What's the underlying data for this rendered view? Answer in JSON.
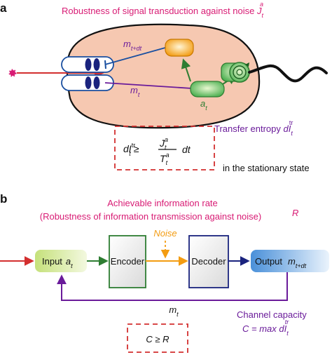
{
  "panel_a": {
    "label": "a",
    "title": "Robustness of signal transduction against noise ",
    "title_sym": "J",
    "title_sub": "t",
    "title_sup": "a",
    "m_top": "m",
    "m_top_sub": "t+dt",
    "m_bottom": "m",
    "m_bottom_sub": "t",
    "a_label": "a",
    "a_sub": "t",
    "transfer_label": "Transfer entropy ",
    "transfer_sym": "dI",
    "transfer_sub": "t",
    "transfer_sup": "tr",
    "eq_lhs": "dI",
    "eq_lhs_sup": "tr",
    "eq_lhs_sub": "t",
    "eq_ge": "≥",
    "eq_num": "J",
    "eq_num_sup": "a",
    "eq_num_sub": "t",
    "eq_den": "T",
    "eq_den_sup": "a",
    "eq_den_sub": "t",
    "eq_dt": "dt",
    "stationary": "in the stationary state"
  },
  "panel_b": {
    "label": "b",
    "title_line1": "Achievable information rate",
    "title_line2": "(Robustness of information transmission against noise)",
    "title_sym": "R",
    "input_label": "Input",
    "input_sym": "a",
    "input_sub": "t",
    "encoder": "Encoder",
    "noise": "Noise",
    "decoder": "Decoder",
    "output_label": "Output",
    "output_sym": "m",
    "output_sub": "t+dt",
    "feedback_sym": "m",
    "feedback_sub": "t",
    "capacity_label": "Channel capacity",
    "capacity_eq": "C = max ",
    "capacity_sym": "dI",
    "capacity_sub": "t",
    "capacity_sup": "tr",
    "inequality": "C ≥ R"
  },
  "colors": {
    "magenta": "#d81b74",
    "purple": "#6a1b9a",
    "red_arrow": "#d32f2f",
    "orange": "#f39c12",
    "green": "#2e7d32",
    "blue": "#1a237e",
    "cell_fill": "#f6c8b1"
  }
}
